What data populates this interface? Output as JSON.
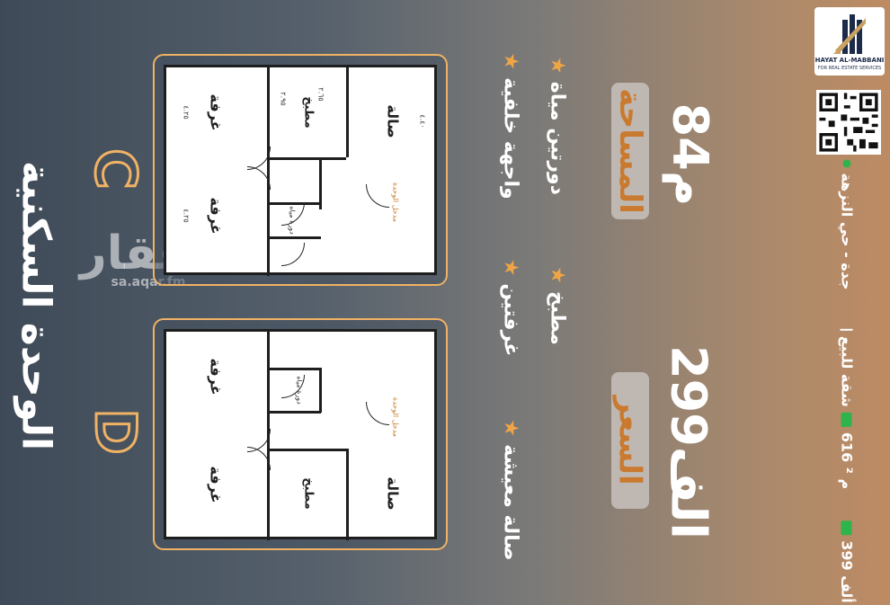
{
  "unit_section_title": "الوحدة السكنية",
  "units": [
    {
      "letter": "C",
      "rooms": {
        "room1": "غرفة",
        "room2": "غرفة",
        "kitchen": "مطبخ",
        "hall": "صالة",
        "bathroom": "دورة مياه",
        "entrance": "مدخل الوحدة"
      },
      "dims": {
        "d1": "٤.٢٥",
        "d2": "٤.٢٥",
        "d3": "٢.٩٥",
        "d4": "٢.٦٥",
        "d5": "٤.٤٠"
      }
    },
    {
      "letter": "D",
      "rooms": {
        "room1": "غرفة",
        "room2": "غرفة",
        "kitchen": "مطبخ",
        "hall": "صالة",
        "bathroom": "دورة مياه",
        "entrance": "مدخل الوحدة"
      }
    }
  ],
  "features": {
    "col1": [
      "واجهة خلفية",
      "غرفتين",
      "صالة معيشة"
    ],
    "col2": [
      "دورتين مياة",
      "مطبخ"
    ]
  },
  "area": {
    "label": "المساحة",
    "value": "84م"
  },
  "price": {
    "label": "السعر",
    "value": "299الف"
  },
  "watermark": {
    "brand": "عقار",
    "site": "sa.aqar.fm"
  },
  "company": {
    "name": "HAYAT AL-MABBANI",
    "tagline": "FOR REAL ESTATE SERVICES"
  },
  "listing": {
    "location": "جدة - حي النزهة",
    "type": "شقة للبيع",
    "area": "616 م ²",
    "price": "399 ألف"
  },
  "colors": {
    "accent": "#f0b264",
    "star": "#f0a545",
    "pill_bg": "#bfb8b2",
    "pill_text": "#c97a2f",
    "badge": "#2fb34b"
  }
}
